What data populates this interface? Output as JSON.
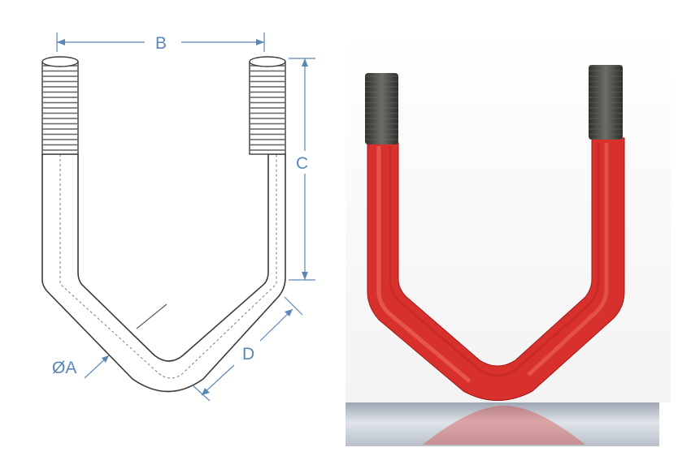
{
  "diagram": {
    "labels": {
      "width": "B",
      "thread_length": "C",
      "diameter": "ØA",
      "leg_length": "D"
    }
  },
  "colors": {
    "dimension_line": "#5b87b8",
    "outline": "#3a3a3a",
    "coating_red": "#d8302c",
    "thread_dark": "#4a4a46"
  },
  "icons": [
    "u-bolt-line-drawing",
    "u-bolt-photo"
  ]
}
